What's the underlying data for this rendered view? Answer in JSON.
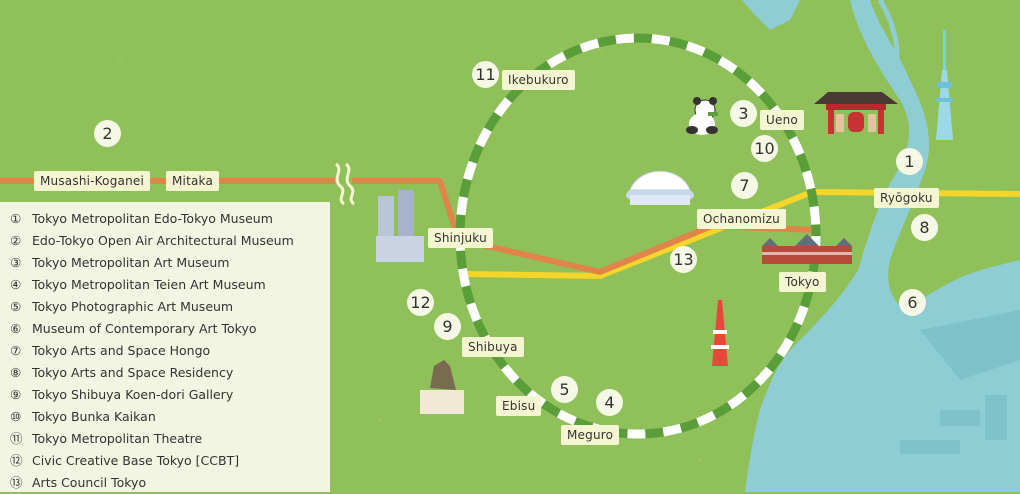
{
  "stations": {
    "musashi_koganei": "Musashi-Koganei",
    "mitaka": "Mitaka",
    "ikebukuro": "Ikebukuro",
    "ueno": "Ueno",
    "ochanomizu": "Ochanomizu",
    "shinjuku": "Shinjuku",
    "tokyo": "Tokyo",
    "ryogoku": "Ryōgoku",
    "shibuya": "Shibuya",
    "ebisu": "Ebisu",
    "meguro": "Meguro"
  },
  "markers": {
    "m1": "1",
    "m2": "2",
    "m3": "3",
    "m4": "4",
    "m5": "5",
    "m6": "6",
    "m7": "7",
    "m8": "8",
    "m9": "9",
    "m10": "10",
    "m11": "11",
    "m12": "12",
    "m13": "13"
  },
  "legend": [
    {
      "mark": "①",
      "label": "Tokyo Metropolitan Edo-Tokyo Museum"
    },
    {
      "mark": "②",
      "label": "Edo-Tokyo Open Air Architectural Museum"
    },
    {
      "mark": "③",
      "label": "Tokyo Metropolitan Art Museum"
    },
    {
      "mark": "④",
      "label": "Tokyo Metropolitan Teien Art Museum"
    },
    {
      "mark": "⑤",
      "label": "Tokyo Photographic Art Museum"
    },
    {
      "mark": "⑥",
      "label": "Museum of Contemporary Art Tokyo"
    },
    {
      "mark": "⑦",
      "label": "Tokyo Arts and Space Hongo"
    },
    {
      "mark": "⑧",
      "label": "Tokyo Arts and Space Residency"
    },
    {
      "mark": "⑨",
      "label": "Tokyo Shibuya Koen-dori Gallery"
    },
    {
      "mark": "⑩",
      "label": "Tokyo Bunka Kaikan"
    },
    {
      "mark": "⑪",
      "label": "Tokyo Metropolitan Theatre"
    },
    {
      "mark": "⑫",
      "label": "Civic Creative Base Tokyo [CCBT]"
    },
    {
      "mark": "⑬",
      "label": "Arts Council Tokyo"
    }
  ],
  "colors": {
    "land": "#8fc05a",
    "water": "#8ecdd3",
    "yamanote_green": "#5a9e3a",
    "chuo_orange": "#e0844a",
    "sobu_yellow": "#f5d52a"
  }
}
